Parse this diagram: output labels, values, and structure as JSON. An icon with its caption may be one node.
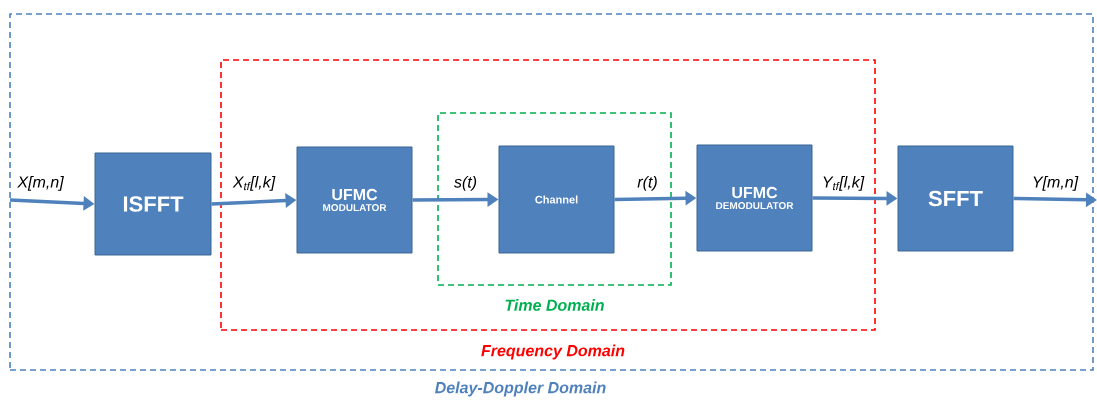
{
  "diagram": {
    "nodes": [
      {
        "text": [
          "Delay-Doppler Domain"
        ]
      },
      {
        "text": [
          "Frequency Domain"
        ],
        "in": 0
      },
      {
        "text": [
          "Time Domain"
        ],
        "in": 1
      },
      {
        "text": [
          "ISFFT"
        ],
        "in": 0
      },
      {
        "text": [
          "UFMC",
          "MODULATOR"
        ],
        "in": 1
      },
      {
        "text": [
          "Channel"
        ],
        "in": 2
      },
      {
        "text": [
          "UFMC",
          "DEMODULATOR"
        ],
        "in": 1
      },
      {
        "text": [
          "SFFT"
        ],
        "in": 0
      }
    ],
    "edges": [
      {
        "from": null,
        "to": 3,
        "arrow": "to",
        "label": "X[m,n]"
      },
      {
        "from": 3,
        "to": 4,
        "arrow": "to",
        "label": "X$_{tf}$[l,k]"
      },
      {
        "from": 4,
        "to": 5,
        "arrow": "to",
        "label": "s(t)"
      },
      {
        "from": 5,
        "to": 6,
        "arrow": "to",
        "label": "r(t)"
      },
      {
        "from": 6,
        "to": 7,
        "arrow": "to",
        "label": "Y$_{tf}$[l,k]"
      },
      {
        "from": 7,
        "to": null,
        "arrow": "to",
        "label": "Y[m,n]"
      }
    ]
  }
}
